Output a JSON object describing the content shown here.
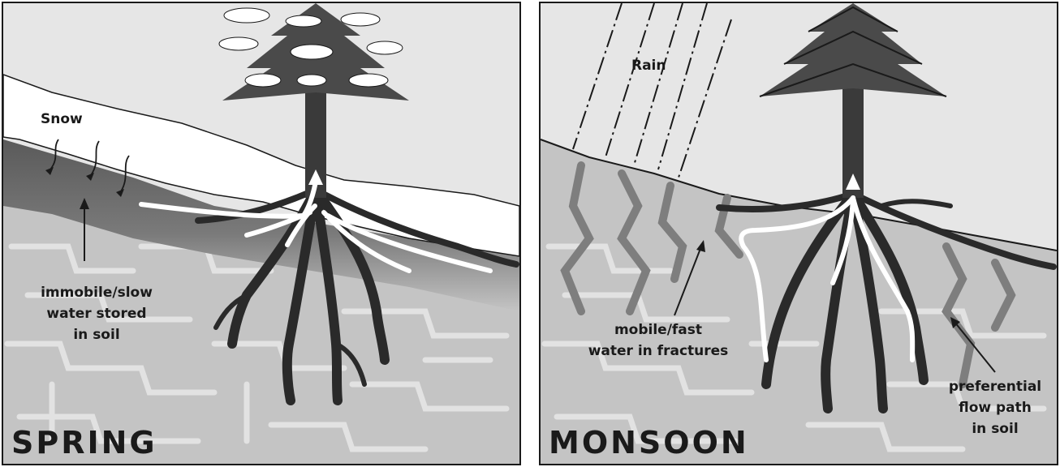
{
  "panels": [
    {
      "season": "SPRING",
      "labels": {
        "snow": "Snow",
        "storage_1": "immobile/slow",
        "storage_2": "water stored",
        "storage_3": "in soil"
      }
    },
    {
      "season": "MONSOON",
      "labels": {
        "rain": "Rain",
        "fractures_1": "mobile/fast",
        "fractures_2": "water in fractures",
        "flow_1": "preferential",
        "flow_2": "flow path",
        "flow_3": "in soil"
      }
    }
  ],
  "colors": {
    "sky": "#e6e6e6",
    "snow": "#ffffff",
    "wet_soil": "#6e6e6e",
    "bedrock": "#c4c4c4",
    "rock_lines": "#e2e2e2",
    "tree": "#3a3a3a",
    "water_arrow": "#ffffff"
  }
}
